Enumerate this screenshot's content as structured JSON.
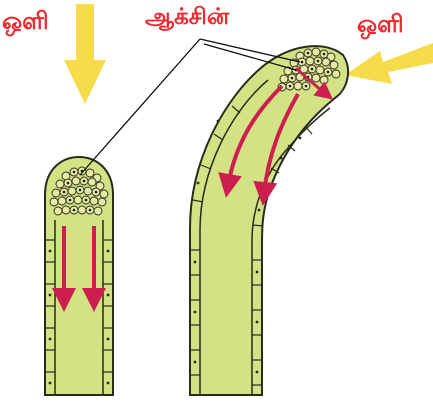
{
  "labels": {
    "light_left": "ஒளி",
    "auxin": "ஆக்சின்",
    "light_right": "ஒளி"
  },
  "colors": {
    "light_arrow": "#f6db4a",
    "label_text": "#ee2a2f",
    "auxin_flow_arrow": "#cc1f4f",
    "stem_fill": "#d3e285",
    "cell_fill": "#e3eba5",
    "outline": "#2a2a1a"
  },
  "icons": {
    "light_arrow": "block-arrow",
    "auxin_flow": "curved-arrow"
  }
}
